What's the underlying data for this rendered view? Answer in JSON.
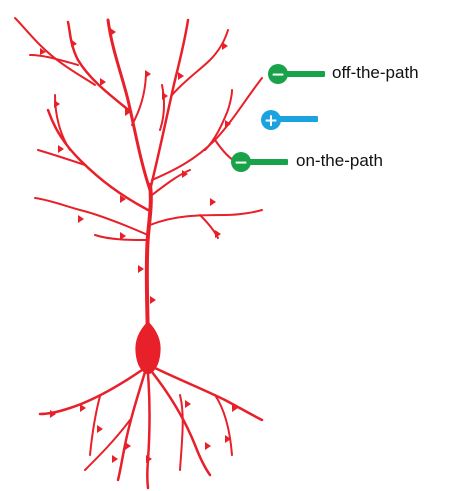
{
  "colors": {
    "neuron": "#e8202a",
    "inhibitory": "#1aa24a",
    "excitatory": "#1ba3e0",
    "text": "#111111"
  },
  "synapses": [
    {
      "type": "inhibitory",
      "symbol": "−",
      "label": "off-the-path"
    },
    {
      "type": "excitatory",
      "symbol": "+",
      "label": ""
    },
    {
      "type": "inhibitory",
      "symbol": "−",
      "label": "on-the-path"
    }
  ]
}
